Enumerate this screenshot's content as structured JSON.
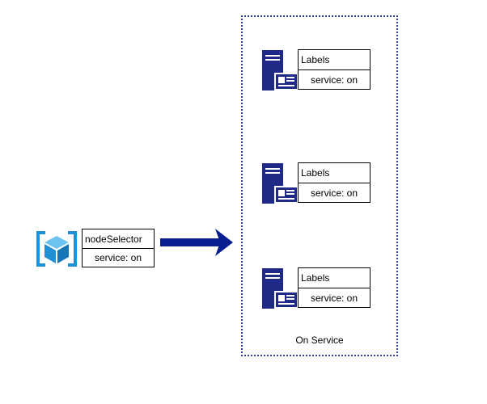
{
  "pod": {
    "icon": "cube-icon",
    "selector_title": "nodeSelector",
    "selector_value": "service: on"
  },
  "group": {
    "label": "On Service"
  },
  "nodes": [
    {
      "icon": "server-icon",
      "labels_title": "Labels",
      "labels_value": "service: on"
    },
    {
      "icon": "server-icon",
      "labels_title": "Labels",
      "labels_value": "service: on"
    },
    {
      "icon": "server-icon",
      "labels_title": "Labels",
      "labels_value": "service: on"
    }
  ],
  "colors": {
    "server": "#1f2a86",
    "arrow": "#0a1f8f",
    "cube": "#1e90d6",
    "group_border": "#2b3a99"
  }
}
